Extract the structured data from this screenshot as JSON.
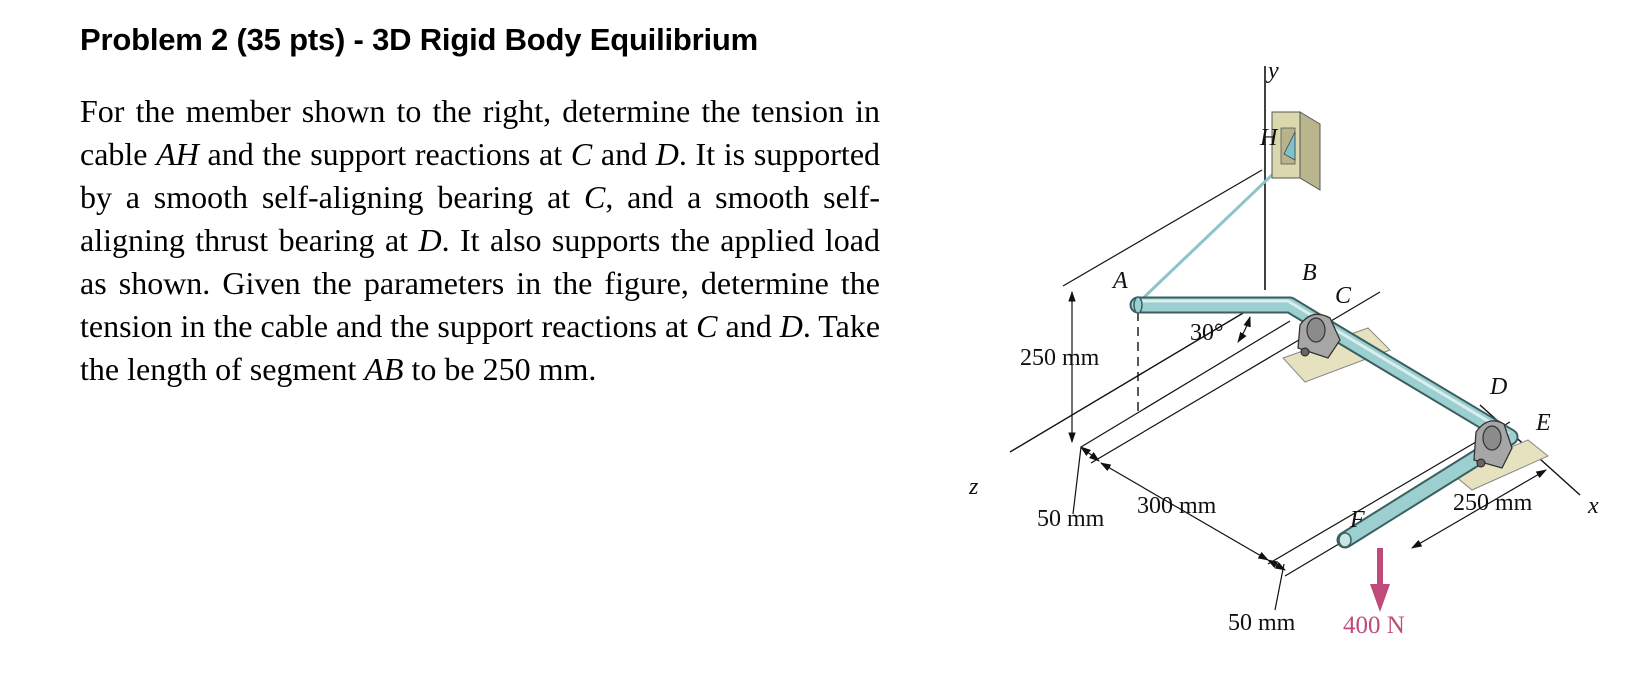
{
  "title": "Problem 2 (35 pts) - 3D Rigid Body Equilibrium",
  "problem": {
    "t1": "For the member shown to the right, determine the tension in cable ",
    "t2": "AH",
    "t3": " and the support reactions at ",
    "t4": "C",
    "t5": " and ",
    "t6": "D",
    "t7": ". It is supported by a smooth self-aligning bearing at ",
    "t8": "C",
    "t9": ", and a smooth self-aligning thrust bearing at ",
    "t10": "D",
    "t11": ". It also supports the applied load as shown. Given the parameters in the figure, determine the tension in the cable and the support reactions at ",
    "t12": "C",
    "t13": " and ",
    "t14": "D",
    "t15": ". Take the length of segment ",
    "t16": "AB",
    "t17": " to be 250 mm."
  },
  "figure": {
    "axes": {
      "x": "x",
      "y": "y",
      "z": "z"
    },
    "points": {
      "A": "A",
      "B": "B",
      "C": "C",
      "D": "D",
      "E": "E",
      "F": "F",
      "H": "H"
    },
    "dims": {
      "height": "250 mm",
      "left_offset": "50 mm",
      "span": "300 mm",
      "bottom_offset": "50 mm",
      "de_length": "250 mm",
      "angle": "30°"
    },
    "load": "400 N",
    "colors": {
      "shaft": "#9ccfd0",
      "cable": "#8ec4c8",
      "load": "#c04a7a",
      "base": "#e6e2c0"
    }
  }
}
